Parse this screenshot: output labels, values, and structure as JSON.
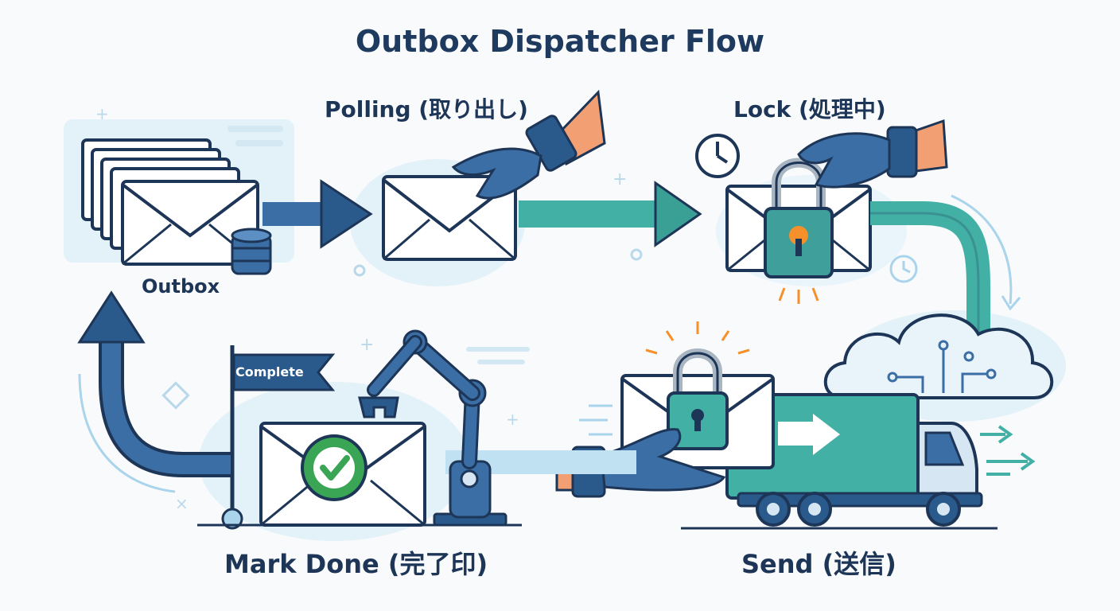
{
  "title": "Outbox Dispatcher Flow",
  "steps": {
    "outbox": {
      "label": "Outbox"
    },
    "polling": {
      "label": "Polling (取り出し)"
    },
    "lock": {
      "label": "Lock (処理中)"
    },
    "send": {
      "label": "Send (送信)"
    },
    "mark_done": {
      "label": "Mark Done (完了印)",
      "flag_text": "Complete"
    }
  },
  "colors": {
    "navy": "#1d3557",
    "blue": "#3a6ea5",
    "teal": "#43b0a6",
    "light_blue": "#d6ecf7",
    "envelope": "#ffffff",
    "orange": "#f5902a",
    "green": "#3aa655",
    "skin": "#f2a073"
  },
  "icons": [
    "outbox-stack-icon",
    "database-icon",
    "envelope-icon",
    "glove-hand-icon",
    "arrow-icon",
    "clock-icon",
    "padlock-icon",
    "cloud-network-icon",
    "delivery-truck-icon",
    "robot-arm-icon",
    "checkmark-seal-icon",
    "flag-icon",
    "return-arrow-icon"
  ]
}
